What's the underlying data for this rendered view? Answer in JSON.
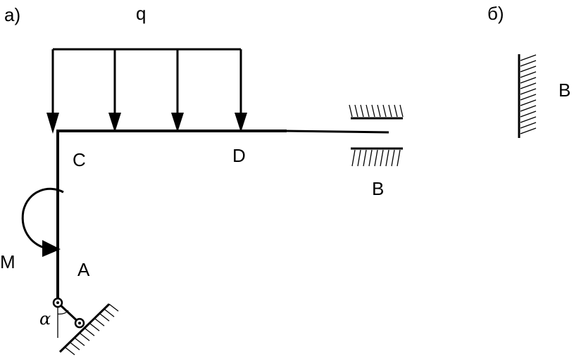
{
  "labels": {
    "part_a": "а)",
    "part_b": "б)",
    "load": "q",
    "point_c": "C",
    "point_d": "D",
    "point_b": "B",
    "point_a": "A",
    "moment": "M",
    "angle": "α",
    "point_b_alt": "B"
  },
  "colors": {
    "ink": "#000000",
    "background": "#ffffff"
  }
}
